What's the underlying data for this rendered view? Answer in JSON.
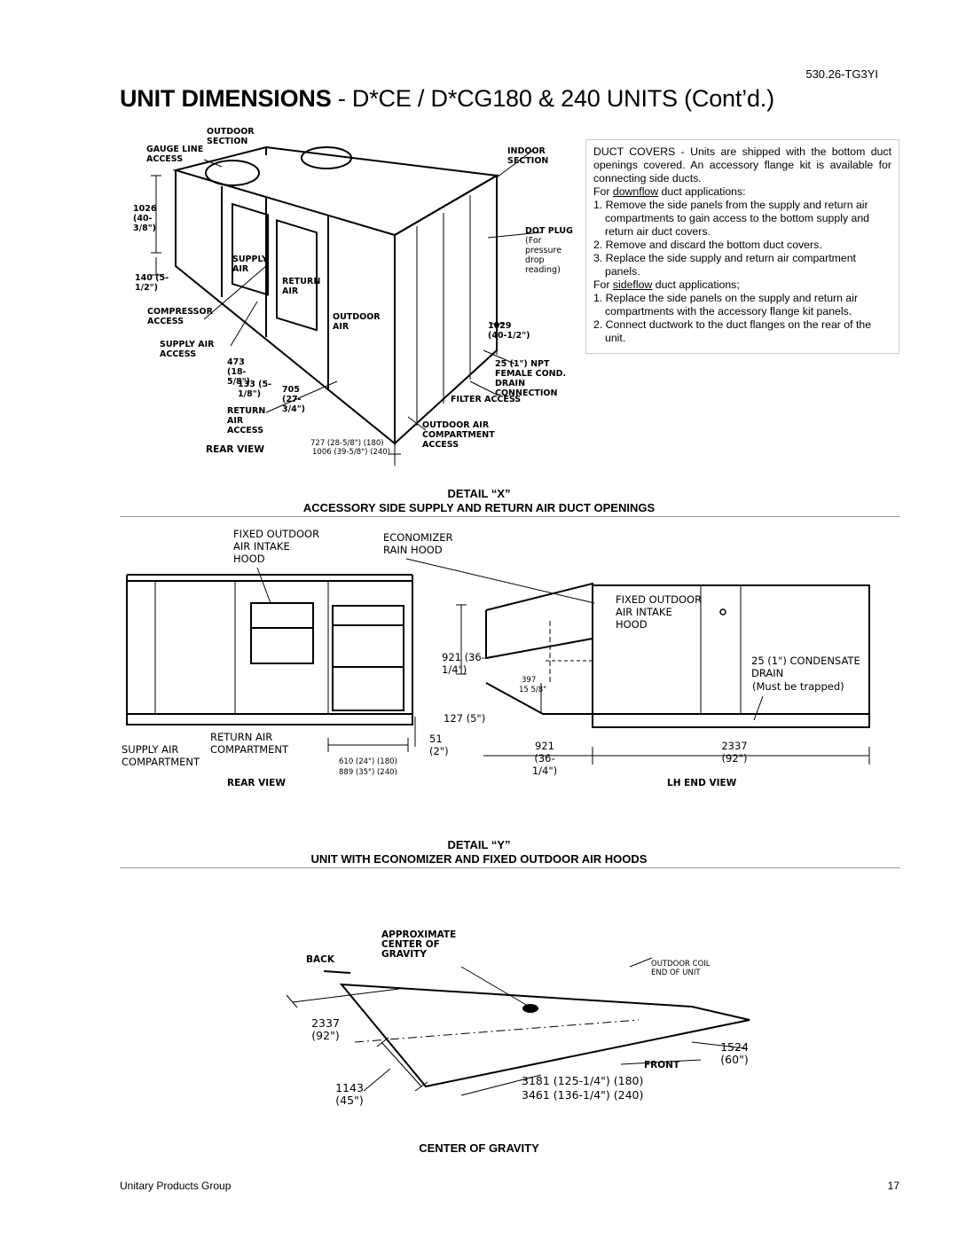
{
  "header": {
    "doc_number": "530.26-TG3YI",
    "title_bold": "UNIT DIMENSIONS",
    "title_rest": " - D*CE / D*CG180 & 240 UNITS (Cont’d.)"
  },
  "duct_note": {
    "intro": "DUCT COVERS - Units are shipped with the bottom duct openings covered. An accessory flange kit is available for connecting side ducts.",
    "downflow_prefix": "For ",
    "downflow_word": "downflow",
    "downflow_suffix": " duct applications:",
    "downflow_steps": [
      "1. Remove the side panels from the supply and return air compartments to gain access to the bottom supply and return air duct covers.",
      "2. Remove and discard the bottom duct covers.",
      "3. Replace the side supply and return air compartment panels."
    ],
    "sideflow_prefix": "For ",
    "sideflow_word": "sideflow",
    "sideflow_suffix": " duct applications;",
    "sideflow_steps": [
      "1. Replace the side panels on the supply and return air compartments with the accessory flange kit panels.",
      "2. Connect ductwork to the duct flanges on the rear of the unit."
    ]
  },
  "detail_x": {
    "labels": {
      "outdoor_section": "OUTDOOR SECTION",
      "gauge_line": "GAUGE LINE ACCESS",
      "indoor_section": "INDOOR SECTION",
      "dim_1026": "1026 (40-3/8\")",
      "dot_plug": "DOT PLUG",
      "dot_plug_note": "(For pressure drop reading)",
      "supply_air": "SUPPLY AIR",
      "return_air": "RETURN AIR",
      "dim_140": "140 (5-1/2\")",
      "compressor": "COMPRESSOR ACCESS",
      "outdoor_air": "OUTDOOR AIR",
      "dim_1029": "1029 (40-1/2\")",
      "supply_access": "SUPPLY AIR ACCESS",
      "dim_473": "473 (18-5/8\")",
      "npt": "25 (1\") NPT FEMALE COND. DRAIN CONNECTION",
      "dim_133": "133 (5-1/8\")",
      "dim_705": "705 (27-3/4\")",
      "return_access": "RETURN AIR ACCESS",
      "filter_access": "FILTER ACCESS",
      "oa_compartment": "OUTDOOR AIR COMPARTMENT ACCESS",
      "dim_727": "727 (28-5/8\") (180)",
      "dim_1006": "1006 (39-5/8\") (240)",
      "rear_view": "REAR VIEW"
    },
    "caption_line1": "DETAIL “X”",
    "caption_line2": "ACCESSORY SIDE SUPPLY AND RETURN AIR DUCT OPENINGS"
  },
  "detail_y": {
    "labels": {
      "fixed_hood": "FIXED OUTDOOR AIR INTAKE HOOD",
      "econ_hood": "ECONOMIZER RAIN HOOD",
      "fixed_hood2": "FIXED OUTDOOR AIR INTAKE HOOD",
      "dim_921v": "921 (36-1/4\")",
      "dim_397": "397",
      "dim_15": "15 5/8\"",
      "condensate": "25 (1\") CONDENSATE DRAIN",
      "trapped": "(Must be trapped)",
      "dim_127": "127 (5\")",
      "dim_51": "51 (2\")",
      "dim_921h": "921 (36-1/4\")",
      "dim_2337": "2337 (92\")",
      "supply_comp": "SUPPLY AIR COMPARTMENT",
      "return_comp": "RETURN AIR COMPARTMENT",
      "dim_610": "610 (24\") (180)",
      "dim_889": "889 (35\") (240)",
      "rear_view": "REAR VIEW",
      "lh_end_view": "LH END VIEW"
    },
    "caption_line1": "DETAIL “Y”",
    "caption_line2": "UNIT WITH ECONOMIZER AND FIXED OUTDOOR AIR HOODS"
  },
  "center_of_gravity": {
    "labels": {
      "approx": "APPROXIMATE CENTER OF GRAVITY",
      "back": "BACK",
      "outdoor_coil": "OUTDOOR COIL END OF UNIT",
      "dim_2337": "2337 (92\")",
      "dim_1524": "1524 (60\")",
      "front": "FRONT",
      "dim_1143": "1143 (45\")",
      "dim_3181": "3181  (125-1/4\") (180)",
      "dim_3461": "3461  (136-1/4\") (240)"
    },
    "caption": "CENTER OF GRAVITY"
  },
  "footer": {
    "left": "Unitary Products Group",
    "page": "17"
  }
}
